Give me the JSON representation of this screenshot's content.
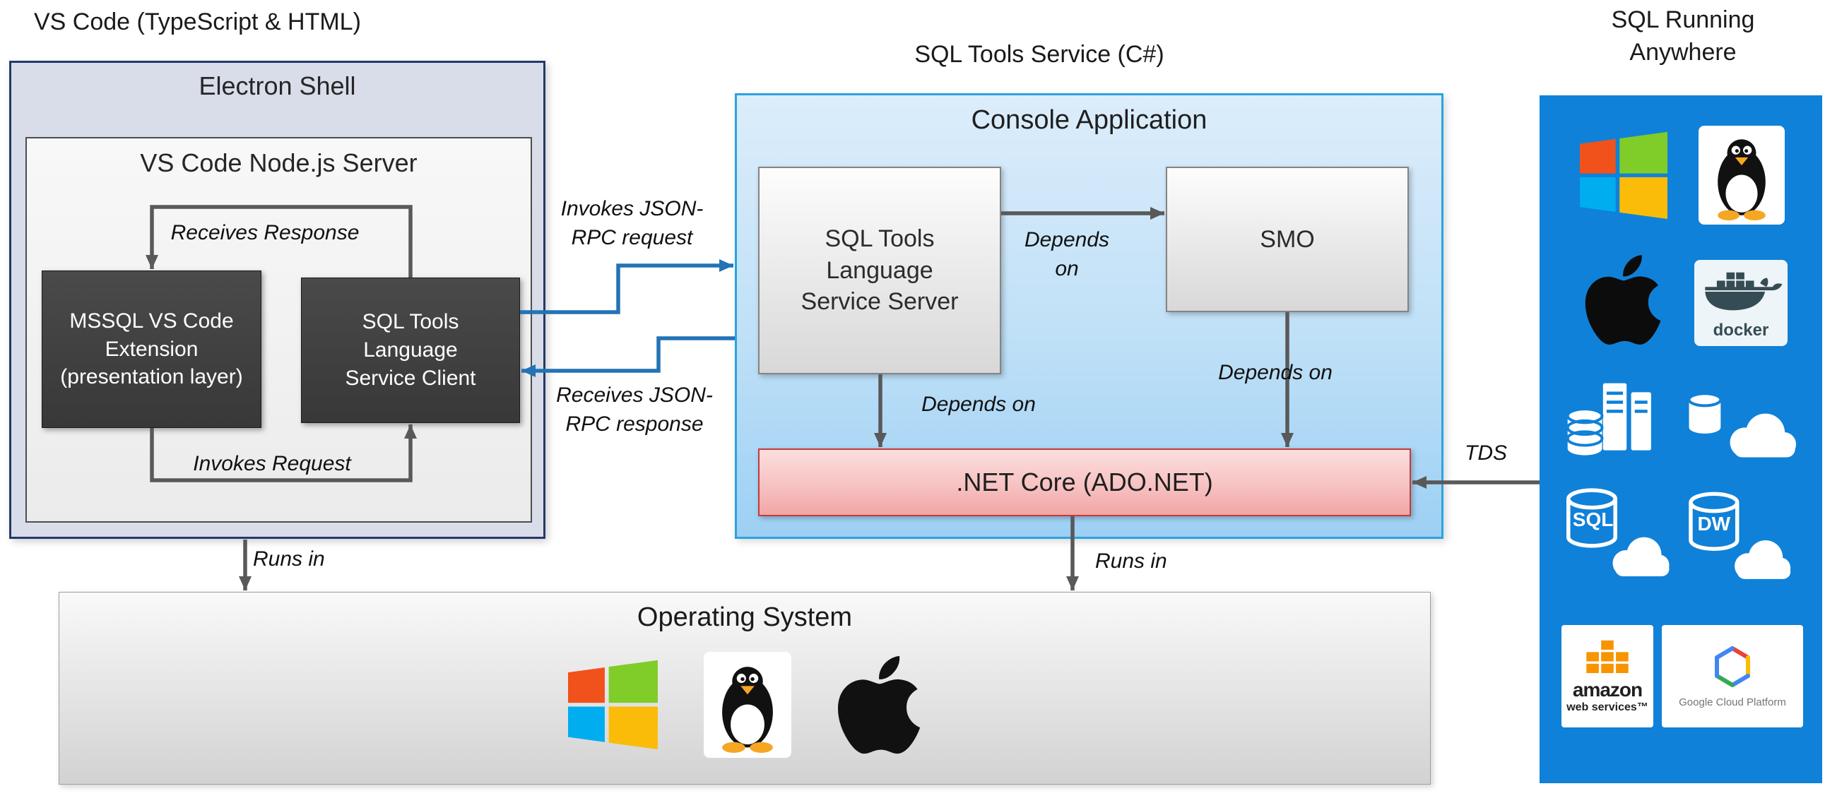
{
  "titles": {
    "vscode": "VS Code (TypeScript & HTML)",
    "sql_tools_service": "SQL Tools Service (C#)",
    "sql_running_anywhere": "SQL Running Anywhere"
  },
  "electron_shell": {
    "title": "Electron Shell",
    "node_server": {
      "title": "VS Code Node.js Server",
      "mssql_extension": "MSSQL VS Code Extension (presentation layer)",
      "service_client": "SQL Tools Language Service Client",
      "receives_response": "Receives Response",
      "invokes_request": "Invokes Request"
    }
  },
  "console_application": {
    "title": "Console Application",
    "service_server": "SQL Tools Language Service Server",
    "smo": "SMO",
    "net_core": ".NET Core (ADO.NET)",
    "depends_on_server_smo": "Depends on",
    "depends_on_server_net": "Depends on",
    "depends_on_smo_net": "Depends on"
  },
  "json_rpc": {
    "invokes": "Invokes JSON-RPC request",
    "receives": "Receives JSON-RPC response"
  },
  "operating_system": {
    "title": "Operating System",
    "runs_in_left": "Runs in",
    "runs_in_right": "Runs in"
  },
  "tds_label": "TDS",
  "sql_anywhere_panel": {
    "sql_badge": "SQL",
    "dw_badge": "DW",
    "docker_label": "docker",
    "aws_line1": "amazon",
    "aws_line2": "web services™",
    "gcp_label": "Google Cloud Platform"
  },
  "colors": {
    "blue_panel": "#0f81d8",
    "arrow_gray": "#595959",
    "arrow_blue": "#2373b5",
    "console_border": "#2ba3e0",
    "net_core_border": "#c23b3b",
    "electron_border": "#233a6d",
    "windows_red": "#f1511b",
    "windows_green": "#80cc28",
    "windows_blue": "#00adef",
    "windows_yellow": "#fbbc09"
  }
}
